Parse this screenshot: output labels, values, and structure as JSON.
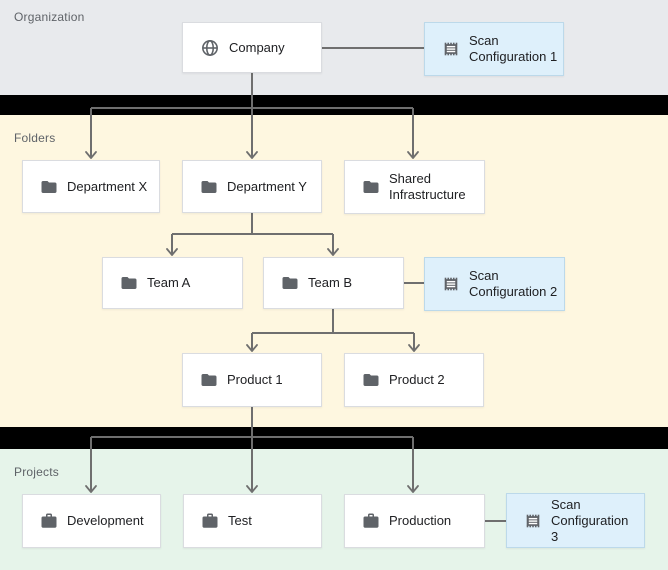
{
  "sections": {
    "organization": {
      "label": "Organization"
    },
    "folders": {
      "label": "Folders"
    },
    "projects": {
      "label": "Projects"
    }
  },
  "nodes": {
    "company": {
      "label": "Company",
      "type": "organization",
      "icon": "globe-icon"
    },
    "scan_config_1": {
      "label": "Scan Configuration 1",
      "type": "scan-configuration",
      "icon": "scan-icon"
    },
    "department_x": {
      "label": "Department X",
      "type": "folder",
      "icon": "folder-icon"
    },
    "department_y": {
      "label": "Department Y",
      "type": "folder",
      "icon": "folder-icon"
    },
    "shared_infrastructure": {
      "label": "Shared Infrastructure",
      "type": "folder",
      "icon": "folder-icon"
    },
    "team_a": {
      "label": "Team A",
      "type": "folder",
      "icon": "folder-icon"
    },
    "team_b": {
      "label": "Team B",
      "type": "folder",
      "icon": "folder-icon"
    },
    "scan_config_2": {
      "label": "Scan Configuration 2",
      "type": "scan-configuration",
      "icon": "scan-icon"
    },
    "product_1": {
      "label": "Product 1",
      "type": "folder",
      "icon": "folder-icon"
    },
    "product_2": {
      "label": "Product 2",
      "type": "folder",
      "icon": "folder-icon"
    },
    "development": {
      "label": "Development",
      "type": "project",
      "icon": "briefcase-icon"
    },
    "test": {
      "label": "Test",
      "type": "project",
      "icon": "briefcase-icon"
    },
    "production": {
      "label": "Production",
      "type": "project",
      "icon": "briefcase-icon"
    },
    "scan_config_3": {
      "label": "Scan Configuration 3",
      "type": "scan-configuration",
      "icon": "scan-icon"
    }
  },
  "edges": [
    {
      "from": "company",
      "to": "scan_config_1",
      "kind": "association"
    },
    {
      "from": "company",
      "to": "department_x",
      "kind": "hierarchy-arrow"
    },
    {
      "from": "company",
      "to": "department_y",
      "kind": "hierarchy-arrow"
    },
    {
      "from": "company",
      "to": "shared_infrastructure",
      "kind": "hierarchy-arrow"
    },
    {
      "from": "department_y",
      "to": "team_a",
      "kind": "hierarchy-arrow"
    },
    {
      "from": "department_y",
      "to": "team_b",
      "kind": "hierarchy-arrow"
    },
    {
      "from": "team_b",
      "to": "scan_config_2",
      "kind": "association"
    },
    {
      "from": "team_b",
      "to": "product_1",
      "kind": "hierarchy-arrow"
    },
    {
      "from": "team_b",
      "to": "product_2",
      "kind": "hierarchy-arrow"
    },
    {
      "from": "product_1",
      "to": "development",
      "kind": "hierarchy-arrow"
    },
    {
      "from": "product_1",
      "to": "test",
      "kind": "hierarchy-arrow"
    },
    {
      "from": "product_1",
      "to": "production",
      "kind": "hierarchy-arrow"
    },
    {
      "from": "production",
      "to": "scan_config_3",
      "kind": "association"
    }
  ],
  "colors": {
    "organization_bg": "#e8eaed",
    "folders_bg": "#fef7e0",
    "projects_bg": "#e6f4ea",
    "separator": "#000000",
    "node_bg": "#ffffff",
    "node_border": "#dadce0",
    "scan_node_bg": "#def0fb",
    "scan_node_border": "#bcd9ea",
    "connector": "#6f6f6f",
    "icon": "#5f6368",
    "section_label": "#5f6368",
    "node_label": "#202124"
  }
}
